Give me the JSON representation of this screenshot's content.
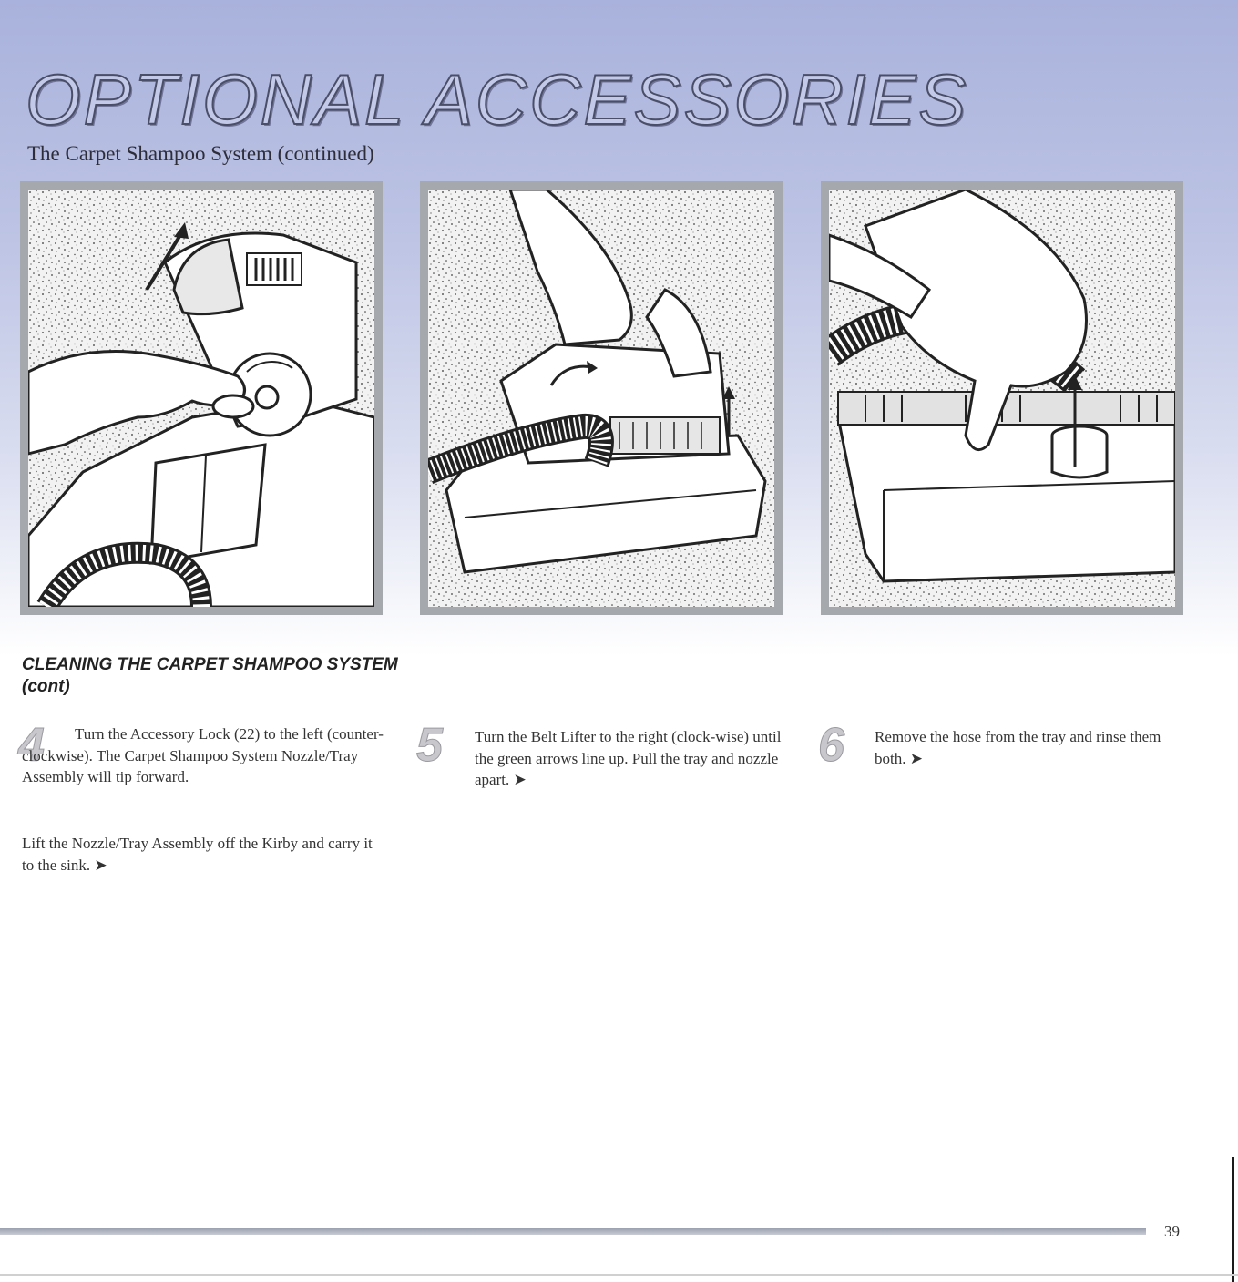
{
  "header": {
    "title": "OPTIONAL ACCESSORIES",
    "subtitle": "The Carpet Shampoo System (continued)"
  },
  "section": {
    "heading": "CLEANING THE CARPET SHAMPOO SYSTEM (cont)"
  },
  "steps": [
    {
      "number": "4",
      "paragraphs": [
        "Turn the Accessory Lock (22) to the left (counter-clockwise). The Carpet Shampoo System Nozzle/Tray Assembly will tip forward.",
        "Lift the Nozzle/Tray Assembly off the Kirby and carry it to the sink. ➤"
      ]
    },
    {
      "number": "5",
      "paragraphs": [
        "Turn the Belt Lifter to the right (clock-wise) until the green arrows line up. Pull the tray and nozzle apart. ➤"
      ]
    },
    {
      "number": "6",
      "paragraphs": [
        "Remove the hose from the tray and rinse them both. ➤"
      ]
    }
  ],
  "footer": {
    "page_number": "39"
  },
  "colors": {
    "header_band": "#a9b2dc",
    "panel_frame": "#a5a8ad",
    "step_number": "#c7c7cc"
  },
  "illustrations": [
    "illustration-step-4-accessory-lock",
    "illustration-step-5-belt-lifter",
    "illustration-step-6-remove-hose"
  ]
}
